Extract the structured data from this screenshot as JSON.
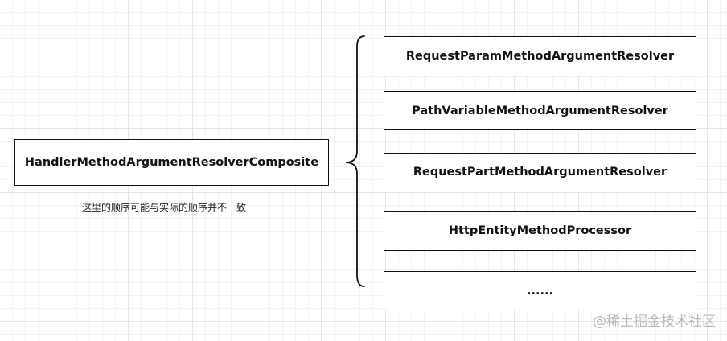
{
  "diagram": {
    "composite": {
      "label": "HandlerMethodArgumentResolverComposite"
    },
    "note": "这里的顺序可能与实际的顺序并不一致",
    "resolvers": [
      {
        "label": "RequestParamMethodArgumentResolver"
      },
      {
        "label": "PathVariableMethodArgumentResolver"
      },
      {
        "label": "RequestPartMethodArgumentResolver"
      },
      {
        "label": "HttpEntityMethodProcessor"
      },
      {
        "label": "......"
      }
    ]
  },
  "watermark": "@稀土掘金技术社区"
}
